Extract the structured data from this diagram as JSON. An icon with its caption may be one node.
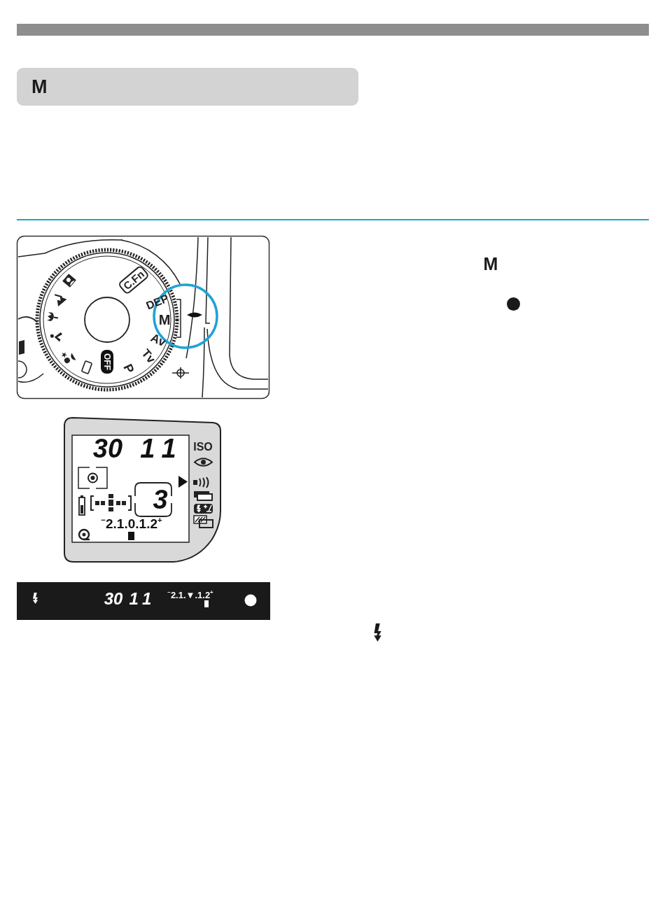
{
  "diagram": {
    "title": "M",
    "labels": [
      "C.Fn",
      "DEP",
      "M",
      "Av",
      "Tv",
      "P",
      "OFF",
      "30",
      "11",
      "ISO",
      "3",
      "$^{−}$2.1.0.1.2$^{+}$",
      "30",
      "11",
      "$^{−}$2.1.▼.1.2$^{+}$",
      "M"
    ]
  }
}
